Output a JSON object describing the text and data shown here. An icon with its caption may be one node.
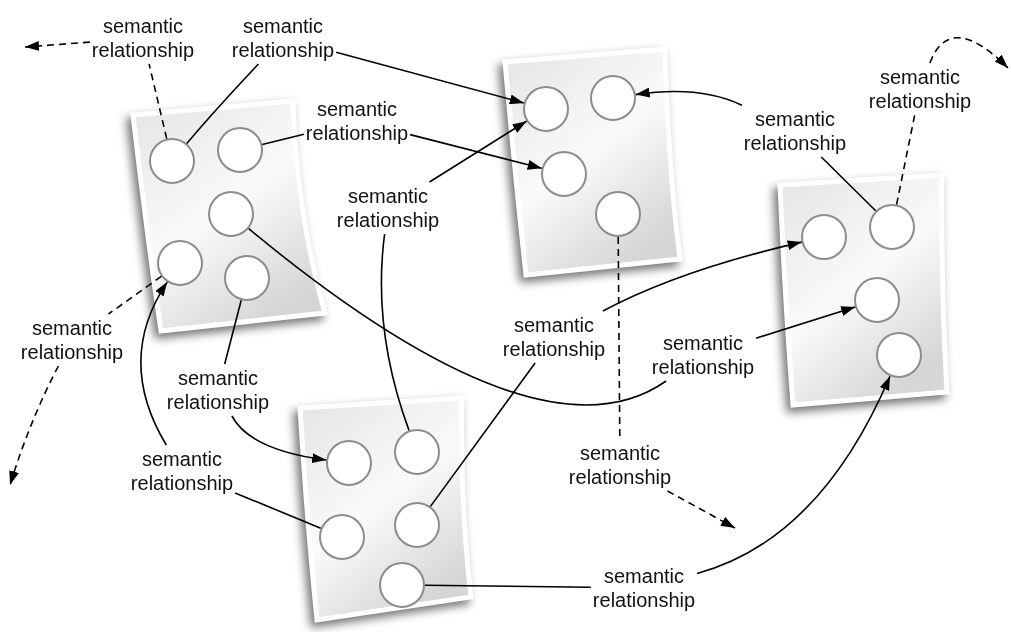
{
  "diagram": {
    "nodes": [
      {
        "text": [
          "semantic relationship"
        ]
      },
      {
        "text": [
          "semantic relationship"
        ]
      },
      {
        "text": [
          "semantic relationship"
        ]
      },
      {
        "text": [],
        "shape": "document"
      },
      {
        "text": [],
        "shape": "circle",
        "in": 3
      },
      {
        "text": [],
        "shape": "circle",
        "in": 3
      },
      {
        "text": [],
        "shape": "circle",
        "in": 3
      },
      {
        "text": [],
        "shape": "circle",
        "in": 3
      },
      {
        "text": [],
        "shape": "circle",
        "in": 3
      },
      {
        "text": [],
        "shape": "document"
      },
      {
        "text": [],
        "shape": "circle",
        "in": 9
      },
      {
        "text": [],
        "shape": "circle",
        "in": 9
      },
      {
        "text": [],
        "shape": "circle",
        "in": 9
      },
      {
        "text": [],
        "shape": "circle",
        "in": 9
      },
      {
        "text": [
          "semantic relationship"
        ]
      },
      {
        "text": [
          "semantic relationship"
        ]
      },
      {
        "text": [
          "semantic relationship"
        ]
      },
      {
        "text": [],
        "shape": "document"
      },
      {
        "text": [],
        "shape": "circle",
        "in": 17
      },
      {
        "text": [],
        "shape": "circle",
        "in": 17
      },
      {
        "text": [],
        "shape": "circle",
        "in": 17
      },
      {
        "text": [],
        "shape": "circle",
        "in": 17
      },
      {
        "text": [
          "semantic relationship"
        ]
      },
      {
        "text": [
          "semantic relationship"
        ]
      },
      {
        "text": [
          "semantic relationship"
        ]
      },
      {
        "text": [
          "semantic relationship"
        ]
      },
      {
        "text": [],
        "shape": "document"
      },
      {
        "text": [],
        "shape": "circle",
        "in": 26
      },
      {
        "text": [],
        "shape": "circle",
        "in": 26
      },
      {
        "text": [],
        "shape": "circle",
        "in": 26
      },
      {
        "text": [],
        "shape": "circle",
        "in": 26
      },
      {
        "text": [],
        "shape": "circle",
        "in": 26
      },
      {
        "text": [
          "semantic relationship"
        ]
      },
      {
        "text": [
          "semantic relationship"
        ]
      },
      {
        "text": [
          "semantic relationship"
        ]
      }
    ],
    "edges": [
      {
        "from": 4,
        "to": 0,
        "arrow": "none",
        "style": "dashed"
      },
      {
        "from": 0,
        "to": null,
        "arrow": "to",
        "style": "dashed"
      },
      {
        "from": 4,
        "to": 1,
        "arrow": "none"
      },
      {
        "from": 1,
        "to": 10,
        "arrow": "to"
      },
      {
        "from": 5,
        "to": 14,
        "arrow": "none"
      },
      {
        "from": 14,
        "to": 12,
        "arrow": "to"
      },
      {
        "from": 28,
        "to": 16,
        "arrow": "none"
      },
      {
        "from": 16,
        "to": 10,
        "arrow": "to"
      },
      {
        "from": 19,
        "to": 15,
        "arrow": "none"
      },
      {
        "from": 15,
        "to": 11,
        "arrow": "to"
      },
      {
        "from": 19,
        "to": 2,
        "arrow": "none",
        "style": "dashed"
      },
      {
        "from": 2,
        "to": null,
        "arrow": "to",
        "style": "dashed"
      },
      {
        "from": 30,
        "to": 22,
        "arrow": "none"
      },
      {
        "from": 22,
        "to": 18,
        "arrow": "to"
      },
      {
        "from": 13,
        "to": 32,
        "arrow": "none",
        "style": "dashed"
      },
      {
        "from": 32,
        "to": null,
        "arrow": "to",
        "style": "dashed"
      },
      {
        "from": 6,
        "to": 24,
        "arrow": "none"
      },
      {
        "from": 24,
        "to": 20,
        "arrow": "to"
      },
      {
        "from": 8,
        "to": 25,
        "arrow": "none"
      },
      {
        "from": 25,
        "to": 27,
        "arrow": "to"
      },
      {
        "from": 7,
        "to": 23,
        "arrow": "none",
        "style": "dashed"
      },
      {
        "from": 23,
        "to": null,
        "arrow": "to",
        "style": "dashed"
      },
      {
        "from": 29,
        "to": 33,
        "arrow": "none"
      },
      {
        "from": 33,
        "to": 7,
        "arrow": "to"
      },
      {
        "from": 31,
        "to": 34,
        "arrow": "none"
      },
      {
        "from": 34,
        "to": 21,
        "arrow": "to"
      }
    ]
  }
}
